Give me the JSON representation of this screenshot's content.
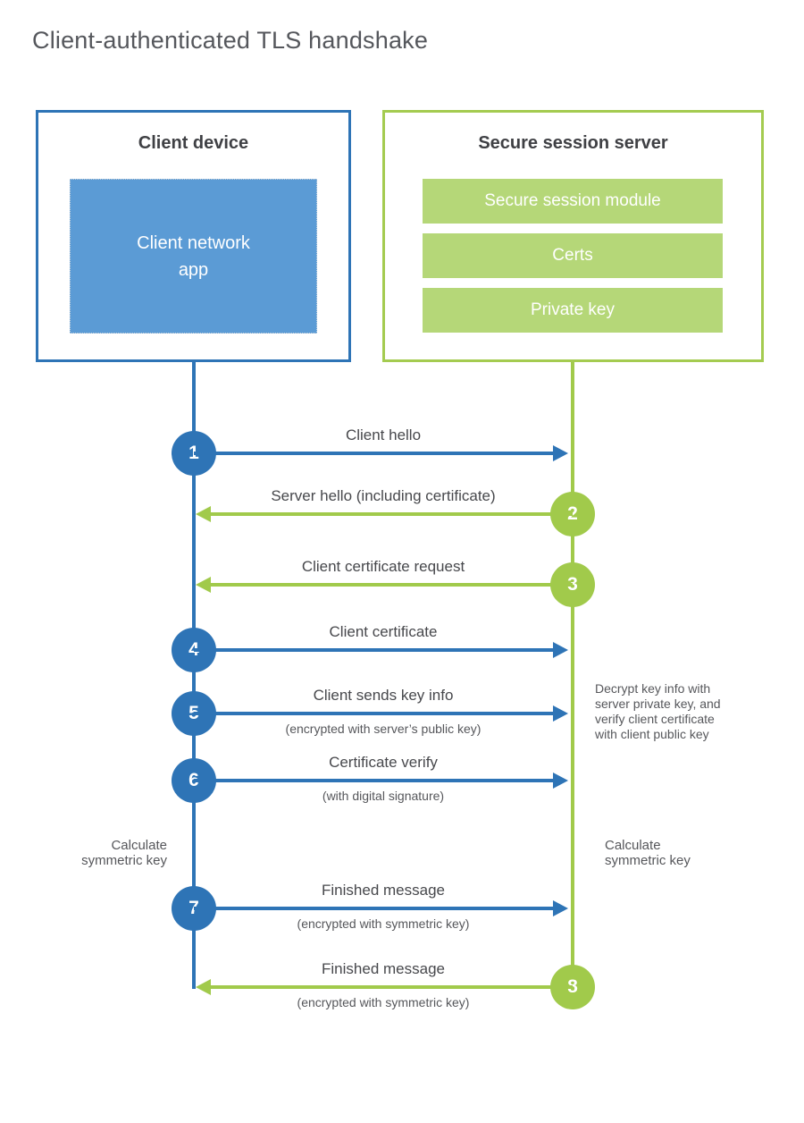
{
  "page": {
    "title": "Client-authenticated TLS handshake"
  },
  "colors": {
    "client_accent": "#2e74b6",
    "client_fill": "#5b9bd5",
    "server_accent": "#a1ca4b",
    "server_fill": "#b5d778"
  },
  "client_box": {
    "title": "Client device",
    "app_label_lines": [
      "Client network",
      "app"
    ]
  },
  "server_box": {
    "title": "Secure session server",
    "modules": [
      "Secure session module",
      "Certs",
      "Private key"
    ]
  },
  "messages": [
    {
      "num": "1",
      "from": "client",
      "label": "Client hello",
      "sub": ""
    },
    {
      "num": "2",
      "from": "server",
      "label": "Server hello (including certificate)",
      "sub": ""
    },
    {
      "num": "3",
      "from": "server",
      "label": "Client certificate request",
      "sub": ""
    },
    {
      "num": "4",
      "from": "client",
      "label": "Client certificate",
      "sub": ""
    },
    {
      "num": "5",
      "from": "client",
      "label": "Client sends key info",
      "sub": "(encrypted with server’s public key)"
    },
    {
      "num": "6",
      "from": "client",
      "label": "Certificate verify",
      "sub": "(with digital signature)"
    },
    {
      "num": "7",
      "from": "client",
      "label": "Finished message",
      "sub": "(encrypted with symmetric key)"
    },
    {
      "num": "8",
      "from": "server",
      "label": "Finished message",
      "sub": "(encrypted with symmetric key)"
    }
  ],
  "notes": {
    "decrypt": {
      "lines": [
        "Decrypt key info with",
        "server private key, and",
        "verify client certificate",
        "with client public key"
      ]
    },
    "calc_left": {
      "lines": [
        "Calculate",
        "symmetric key"
      ]
    },
    "calc_right": {
      "lines": [
        "Calculate",
        "symmetric key"
      ]
    }
  }
}
